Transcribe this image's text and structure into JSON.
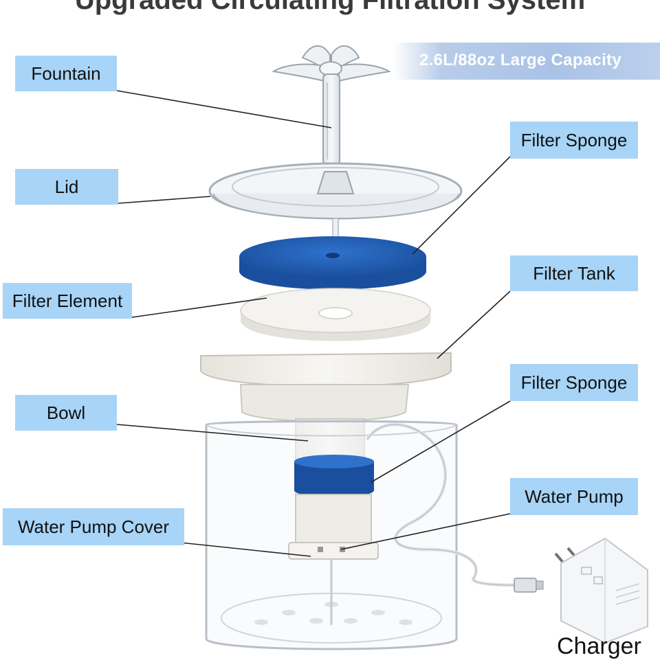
{
  "title": "Upgraded Circulating Filtration System",
  "capacity_banner": "2.6L/88oz Large Capacity",
  "labels": {
    "fountain": "Fountain",
    "lid": "Lid",
    "filter_element": "Filter Element",
    "bowl": "Bowl",
    "water_pump_cover": "Water Pump Cover",
    "filter_sponge_top": "Filter Sponge",
    "filter_tank": "Filter Tank",
    "filter_sponge_bottom": "Filter Sponge",
    "water_pump": "Water Pump",
    "charger": "Charger"
  },
  "colors": {
    "label_background": "#a7d4f7",
    "banner_background": "#a9c2e6",
    "sponge_blue": "#1f5fb8",
    "leader_line": "#222222"
  }
}
